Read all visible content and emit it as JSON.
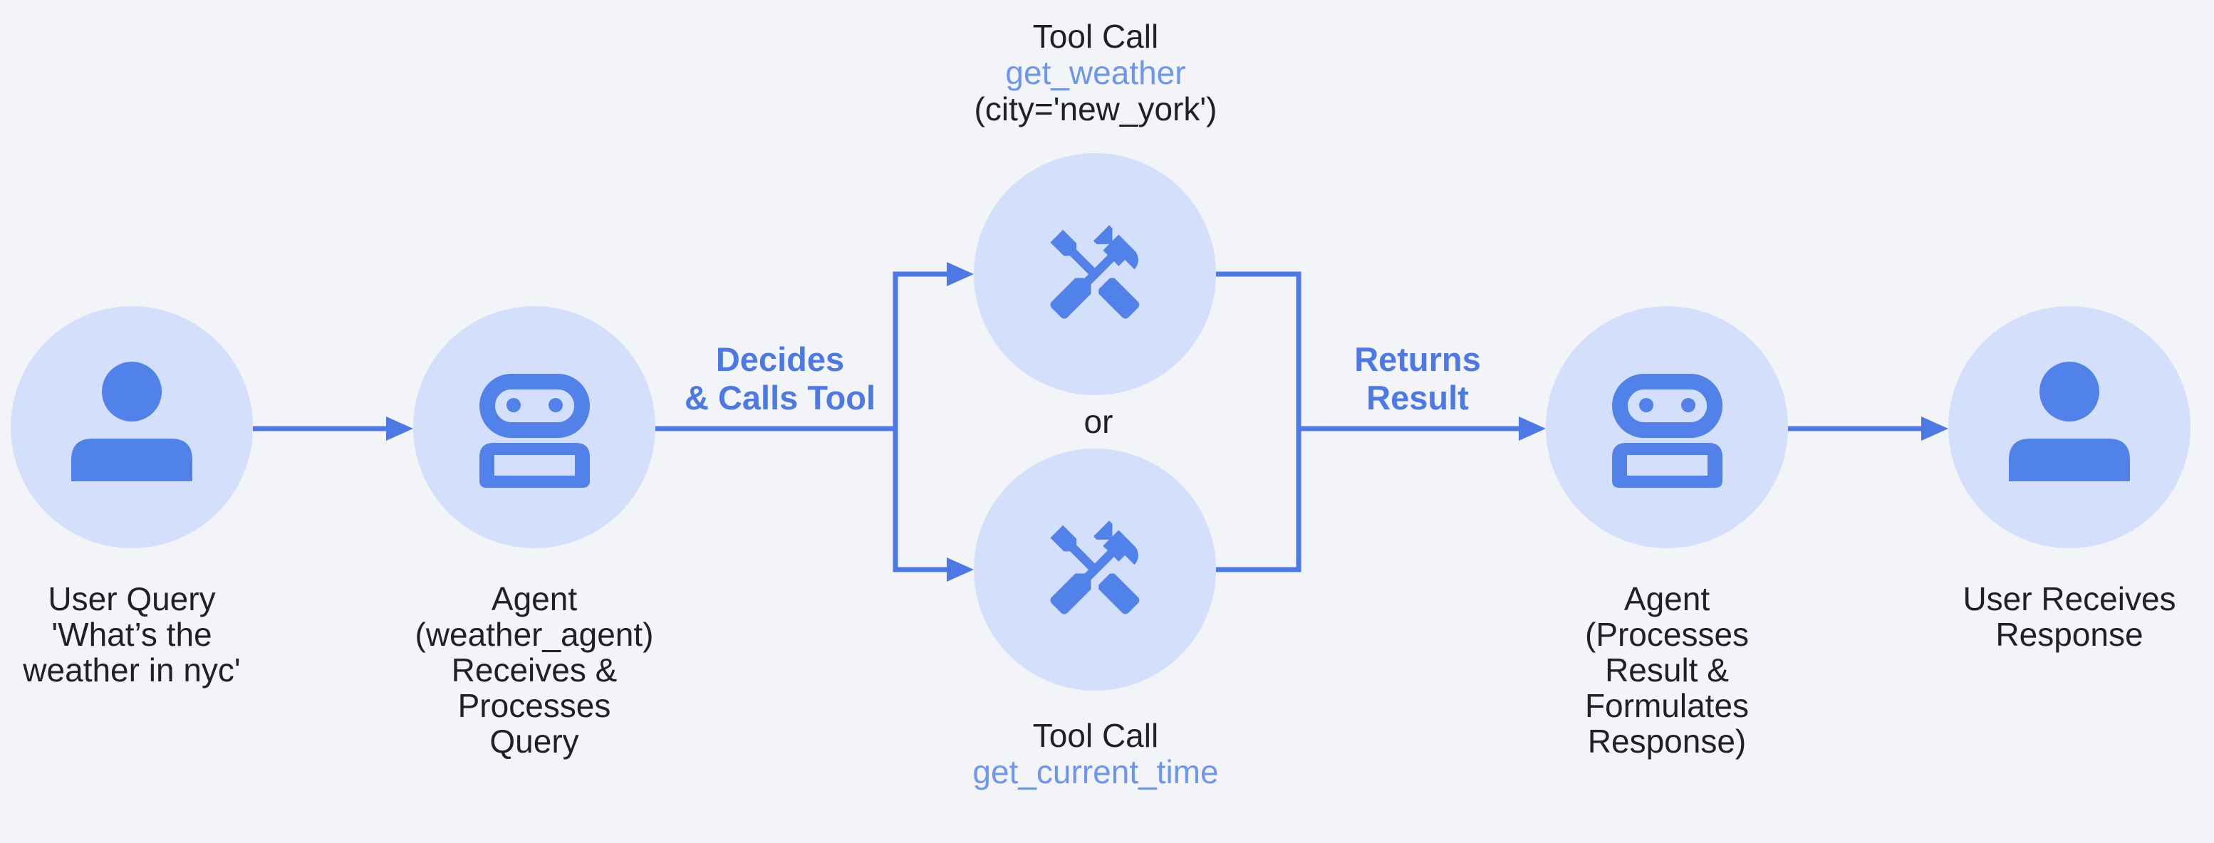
{
  "palette": {
    "bg": "#F2F4F7",
    "circle_fill": "#D3DFFB",
    "icon_blue": "#5182EA",
    "line_blue": "#4C79E6",
    "label_blue": "#4C79E6",
    "code_blue": "#6D96F0",
    "text_dark": "#202124"
  },
  "nodes": {
    "user_query": {
      "icon": "person-icon",
      "lines": [
        "User Query",
        "'What’s the",
        "weather in nyc'"
      ]
    },
    "agent_receive": {
      "icon": "robot-icon",
      "lines": [
        "Agent",
        "(weather_agent)",
        "Receives &",
        "Processes",
        "Query"
      ]
    },
    "tool_weather": {
      "icon": "handyman-icon",
      "title": "Tool Call",
      "name": "get_weather",
      "args": "(city='new_york')"
    },
    "tool_time": {
      "icon": "handyman-icon",
      "title": "Tool Call",
      "name": "get_current_time"
    },
    "agent_respond": {
      "icon": "robot-icon",
      "lines": [
        "Agent",
        "(Processes",
        "Result &",
        "Formulates",
        "Response)"
      ]
    },
    "user_response": {
      "icon": "person-icon",
      "lines": [
        "User Receives",
        "Response"
      ]
    }
  },
  "edges": {
    "decides_label": {
      "lines": [
        "Decides",
        "& Calls Tool"
      ]
    },
    "returns_label": {
      "lines": [
        "Returns",
        "Result"
      ]
    },
    "or_label": "or"
  }
}
